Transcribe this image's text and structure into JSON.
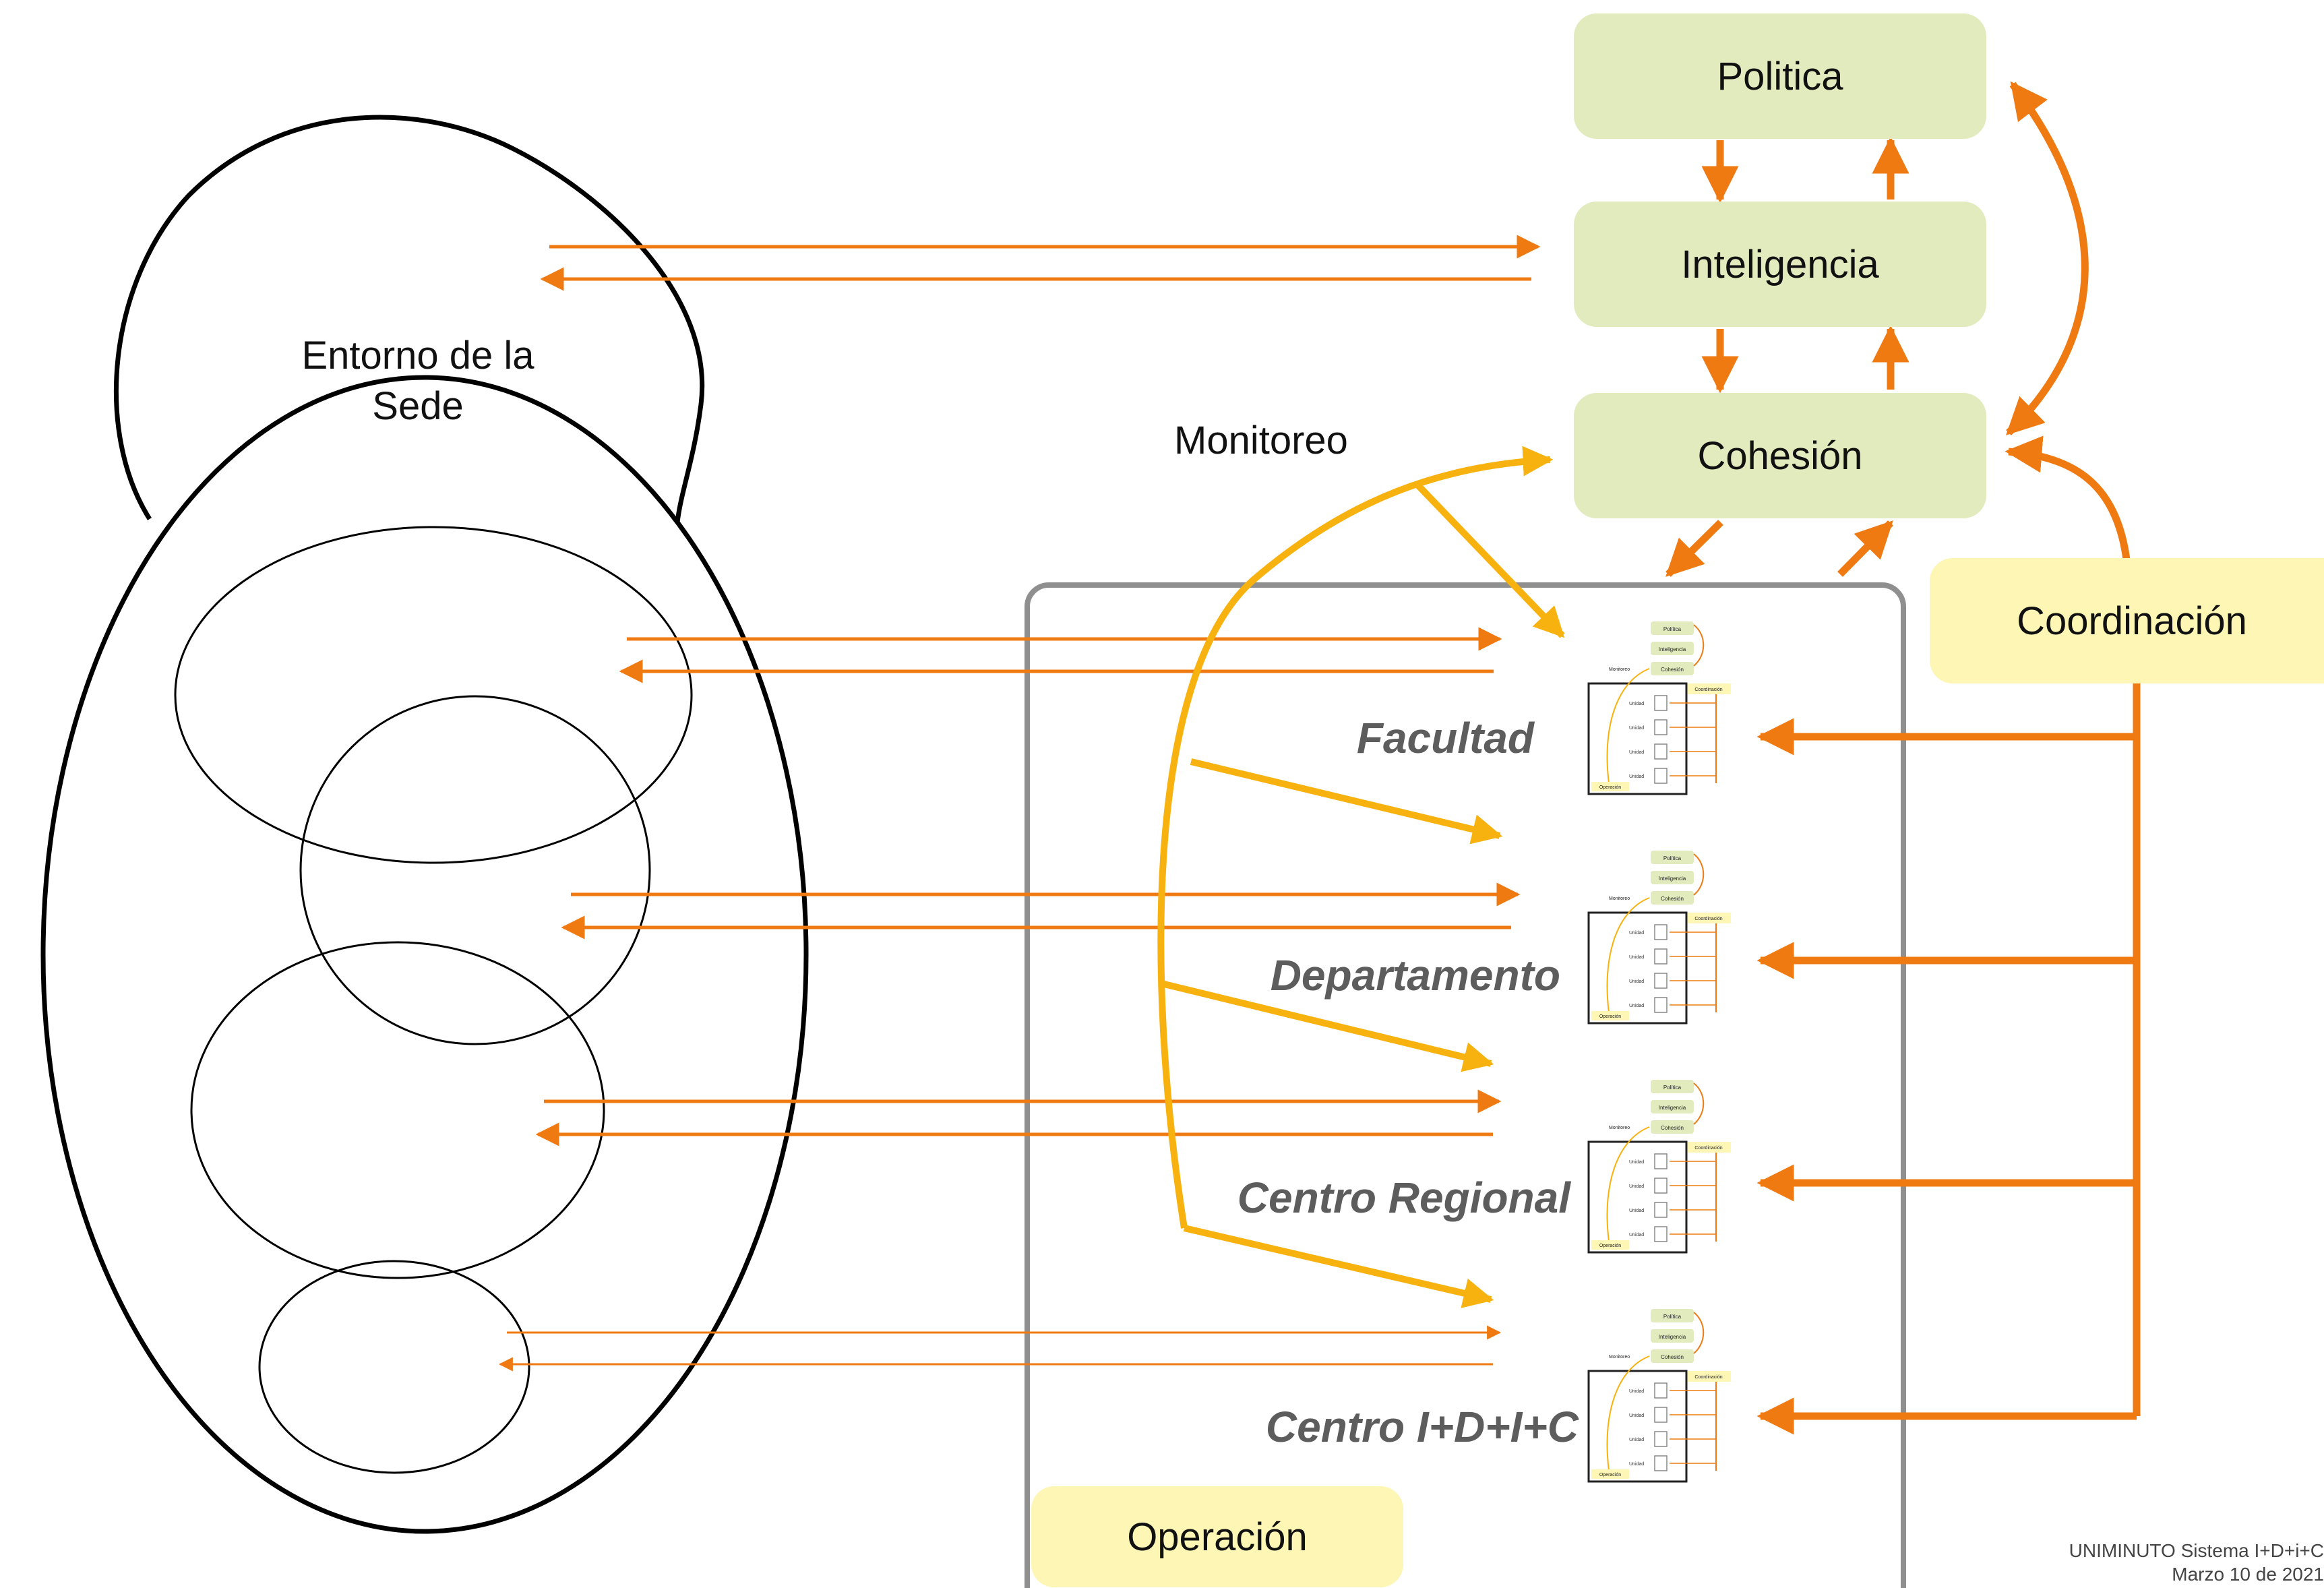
{
  "environment": {
    "label_line1": "Entorno de la",
    "label_line2": "Sede"
  },
  "system": {
    "politica": "Politica",
    "inteligencia": "Inteligencia",
    "cohesion": "Cohesión",
    "coordinacion": "Coordinación",
    "operacion": "Operación",
    "monitoreo": "Monitoreo"
  },
  "units": [
    {
      "label": "Facultad"
    },
    {
      "label": "Departamento"
    },
    {
      "label": "Centro Regional"
    },
    {
      "label": "Centro I+D+I+C"
    }
  ],
  "mini_vsm": {
    "politica": "Política",
    "inteligencia": "Inteligencia",
    "cohesion": "Cohesión",
    "coordinacion": "Coordinación",
    "monitoreo": "Monitoreo",
    "unidad": "Unidad",
    "operacion": "Operación"
  },
  "footer": {
    "line1": "UNIMINUTO Sistema I+D+i+C",
    "line2": "Marzo 10 de 2021"
  },
  "colors": {
    "orange": "#ef7a12",
    "amber": "#f7b20f",
    "green_box": "#e1ebbd",
    "yellow_box": "#fdf6b5",
    "gray_frame": "#8f8f8f"
  }
}
